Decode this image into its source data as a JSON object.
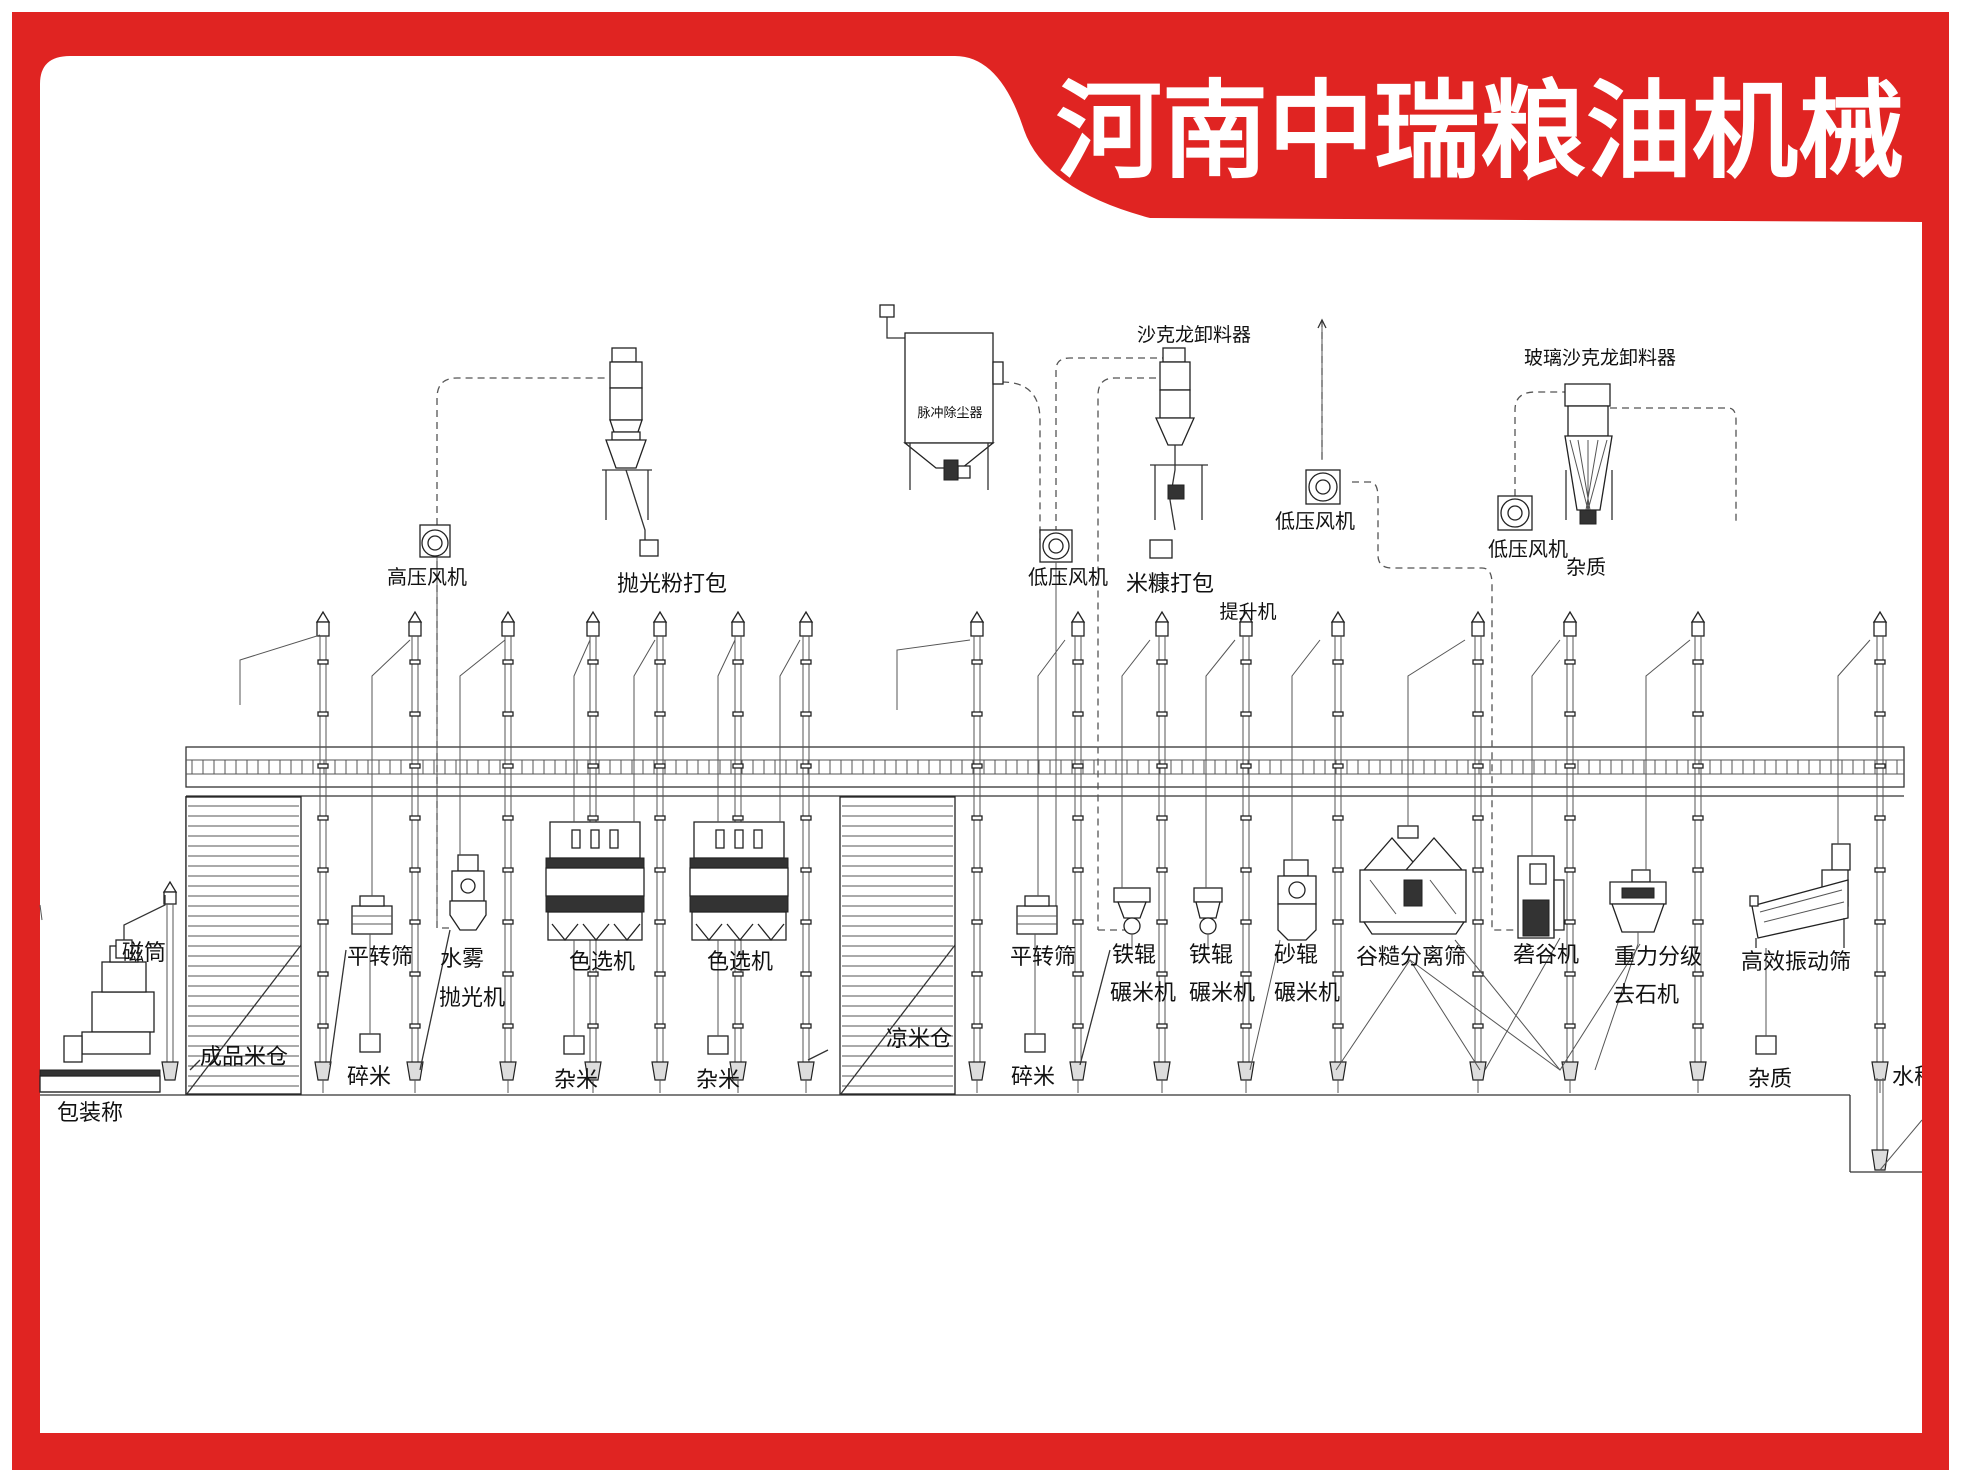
{
  "brand": {
    "title": "河南中瑞粮油机械",
    "frame_color": "#e02422"
  },
  "labels": {
    "baozhuangcheng": "包装称",
    "citong": "磁筒",
    "chengpinmicang": "成品米仓",
    "pingzhuanshai_1": "平转筛",
    "suimi_1": "碎米",
    "shuiwu": "水雾",
    "paoguangji": "抛光机",
    "gaoyafengji": "高压风机",
    "paoguangfendabao": "抛光粉打包",
    "maichongchuchenqi": "脉冲除尘器",
    "sexuanji_1": "色选机",
    "zami_1": "杂米",
    "sexuanji_2": "色选机",
    "zami_2": "杂米",
    "liangmicang": "凉米仓",
    "pingzhuanshai_2": "平转筛",
    "suimi_2": "碎米",
    "diyafengji_1": "低压风机",
    "shakelongxieliaoqi": "沙克龙卸料器",
    "mikangdabao": "米糠打包",
    "tishengji": "提升机",
    "tiegun_1": "铁辊",
    "nianmiji_1": "碾米机",
    "tiegun_2": "铁辊",
    "nianmiji_2": "碾米机",
    "shagun": "砂辊",
    "nianmiji_3": "碾米机",
    "diyafengji_2": "低压风机",
    "gucaofenlishai": "谷糙分离筛",
    "boli_shakelongxieliaoqi": "玻璃沙克龙卸料器",
    "diyafengji_3": "低压风机",
    "zazhi_1": "杂质",
    "longguji": "砻谷机",
    "zhonglifenji": "重力分级",
    "qushiji": "去石机",
    "gaoxiaozhendongshai": "高效振动筛",
    "zazhi_2": "杂质",
    "shui_partial": "水稻"
  },
  "icons": {
    "elevator": "bucket-elevator-icon",
    "cyclone": "cyclone-separator-icon",
    "fan": "centrifugal-fan-icon",
    "dust_collector": "pulse-dust-collector-icon",
    "color_sorter": "color-sorter-icon",
    "huller": "rice-huller-icon",
    "whitener": "rice-whitener-icon",
    "silo": "storage-silo-icon",
    "sifter": "rotary-sifter-icon",
    "destoner": "gravity-destoner-icon",
    "vibro_screen": "vibrating-screen-icon",
    "packing_scale": "packing-scale-icon",
    "magnet": "magnetic-tube-icon"
  }
}
